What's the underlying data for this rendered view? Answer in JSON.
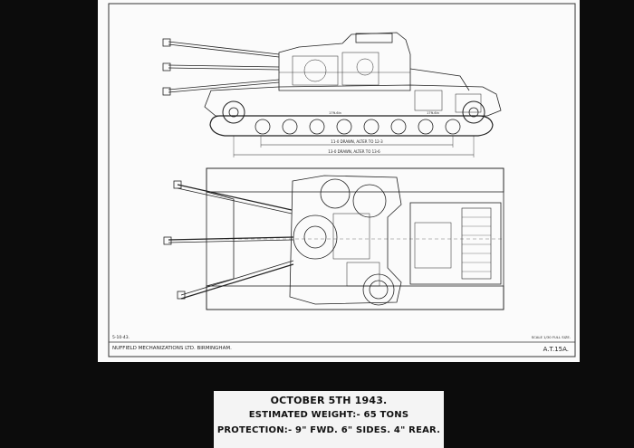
{
  "drawing": {
    "date_left": "5-10-43.",
    "maker": "NUFFIELD MECHANIZATIONS LTD. BIRMINGHAM.",
    "scale": "SCALE 1/30 FULL SIZE.",
    "ref": "A.T.15A.",
    "dim_upper": "11-0 DRAWN, ALTER TO 12-3",
    "dim_lower": "13-0 DRAWN, ALTER TO 13-6",
    "side_label_left": "17ft-6in",
    "side_label_right": "17ft-6in"
  },
  "caption": {
    "line1": "OCTOBER 5TH 1943.",
    "line2": "ESTIMATED WEIGHT:- 65 TONS",
    "line3": "PROTECTION:- 9\" FWD. 6\" SIDES. 4\" REAR."
  }
}
